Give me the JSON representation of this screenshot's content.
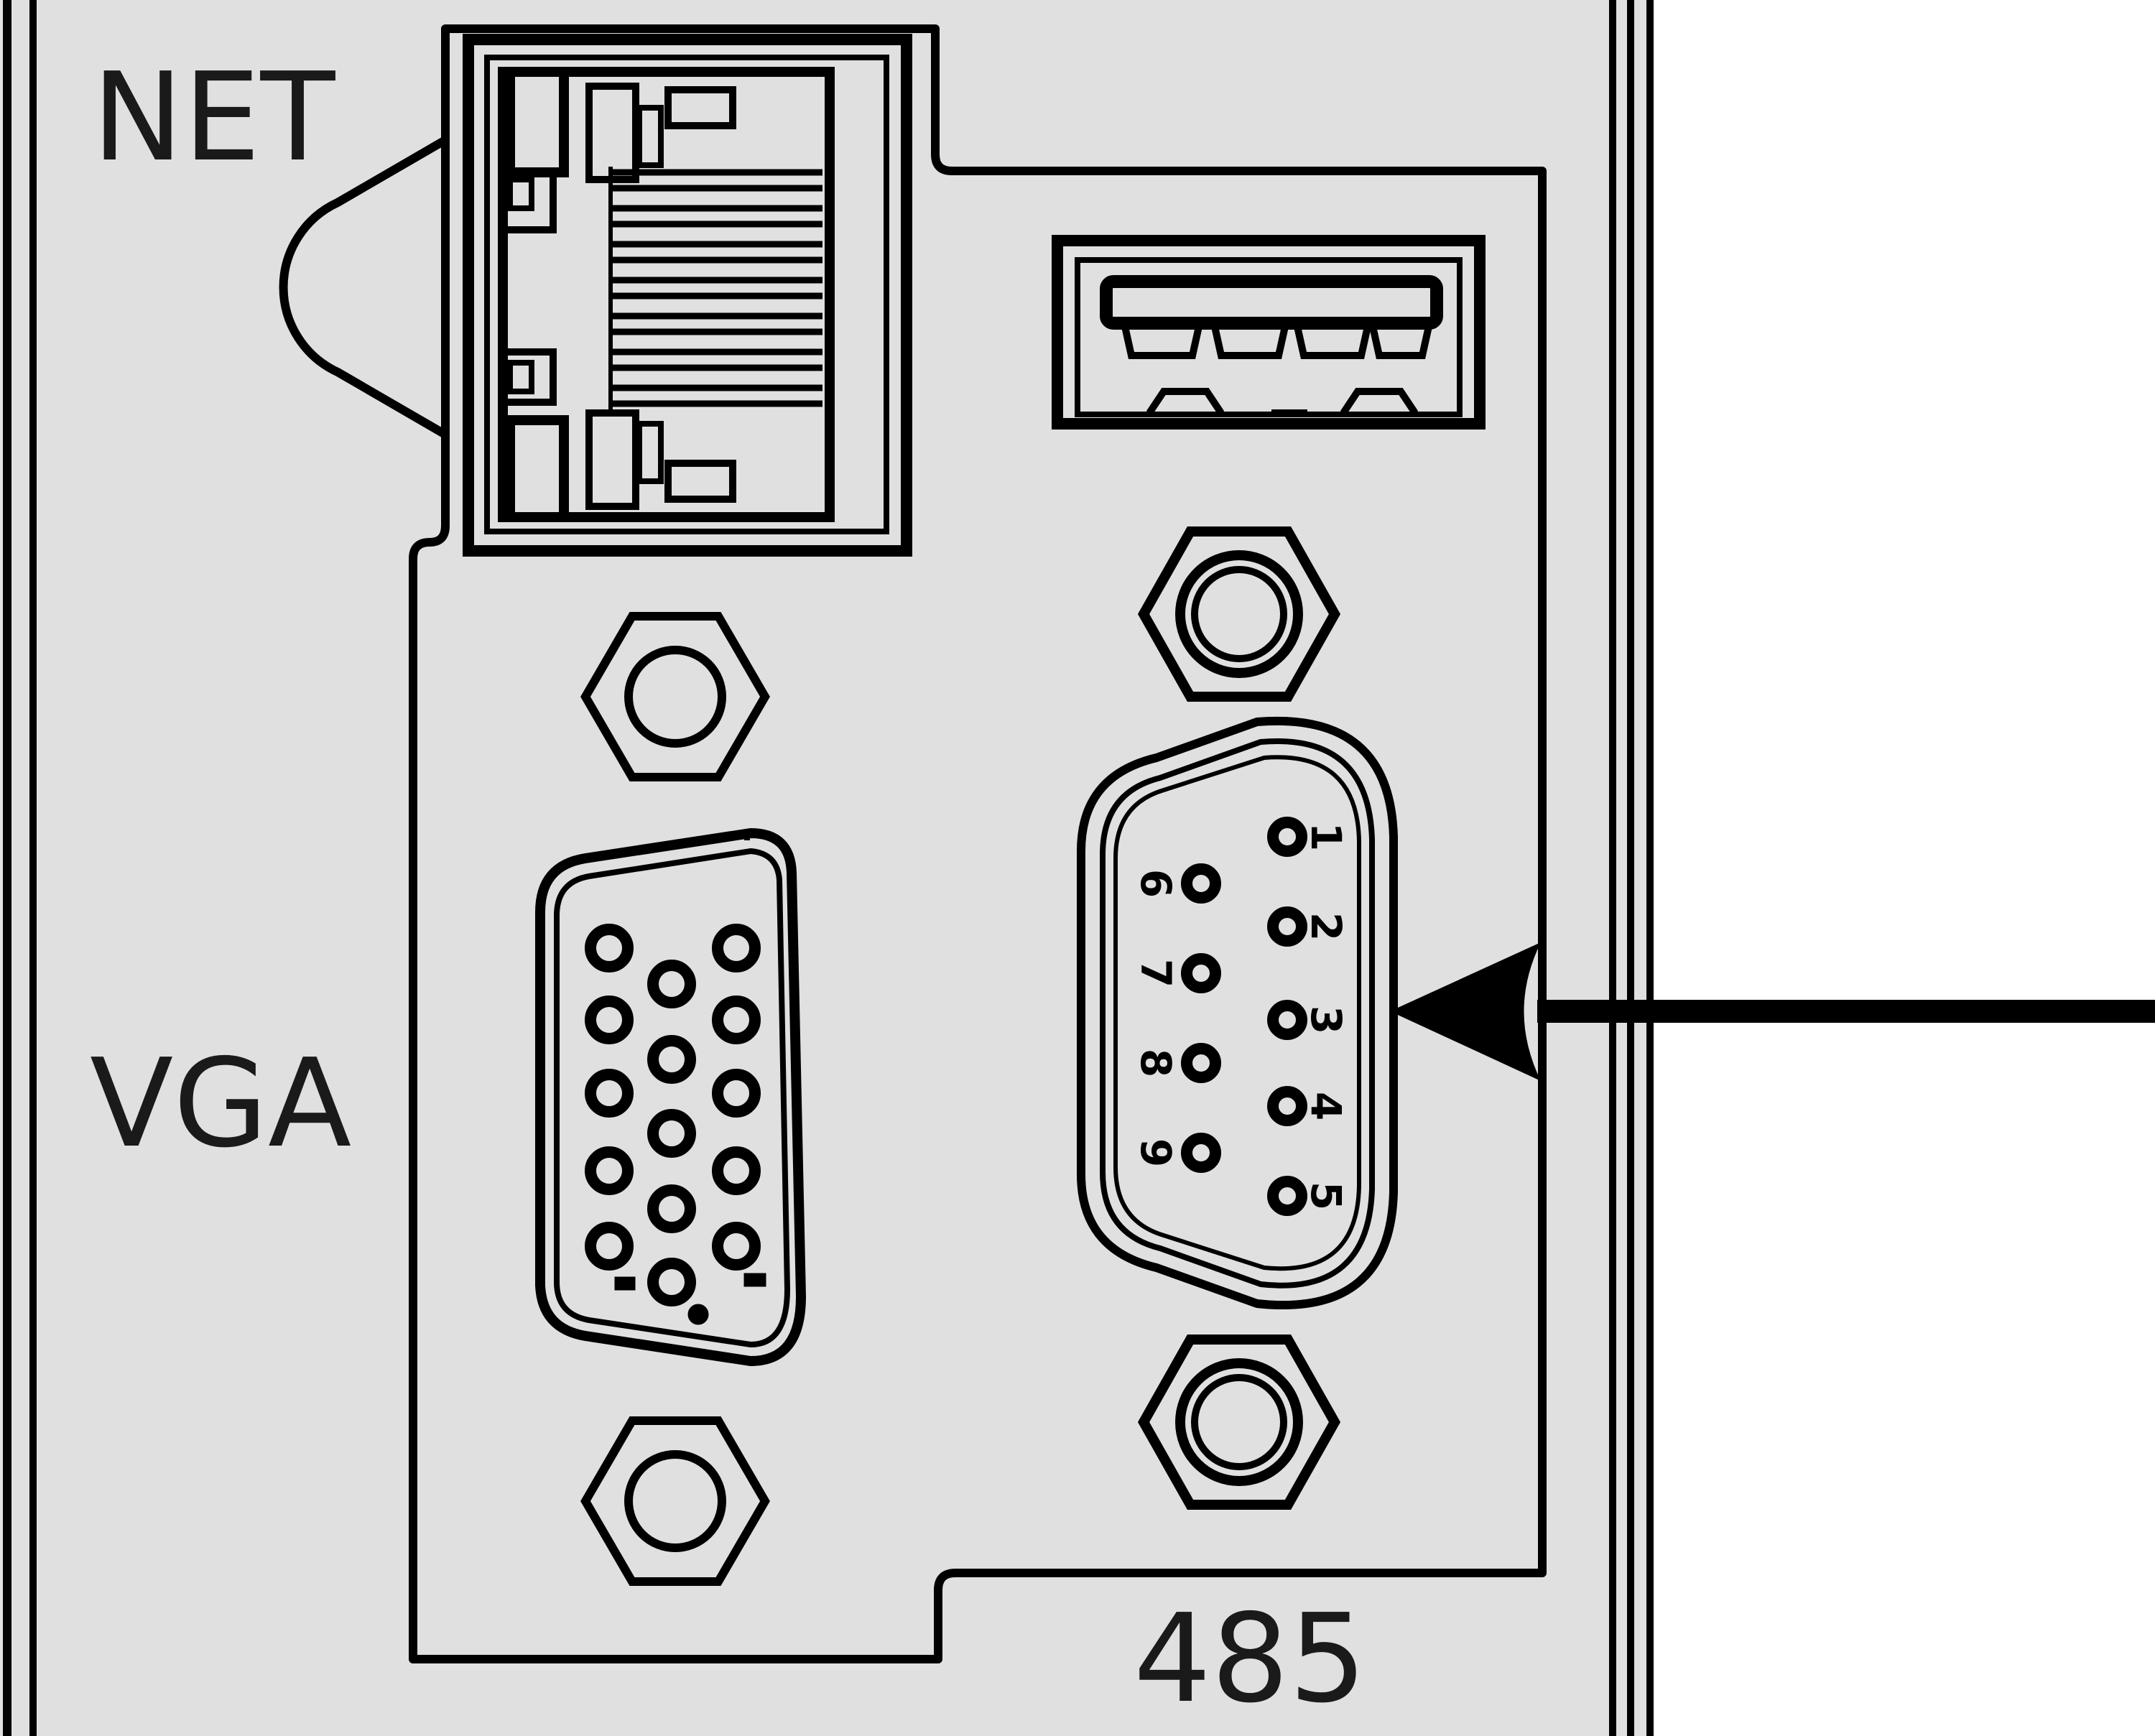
{
  "labels": {
    "net": "NET",
    "vga": "VGA",
    "port485": "485"
  },
  "db9_pins": {
    "top_row": [
      "1",
      "2",
      "3",
      "4",
      "5"
    ],
    "bottom_row": [
      "6",
      "7",
      "8",
      "9"
    ]
  },
  "colors": {
    "panel": "#e0e0e0",
    "stroke": "#000000",
    "text": "#1a1a1a",
    "background": "#ffffff"
  },
  "icons": [
    "rj45-port-icon",
    "usb-port-icon",
    "vga-port-icon",
    "db9-port-icon",
    "hex-screw-icon",
    "pointer-arrow-icon"
  ]
}
